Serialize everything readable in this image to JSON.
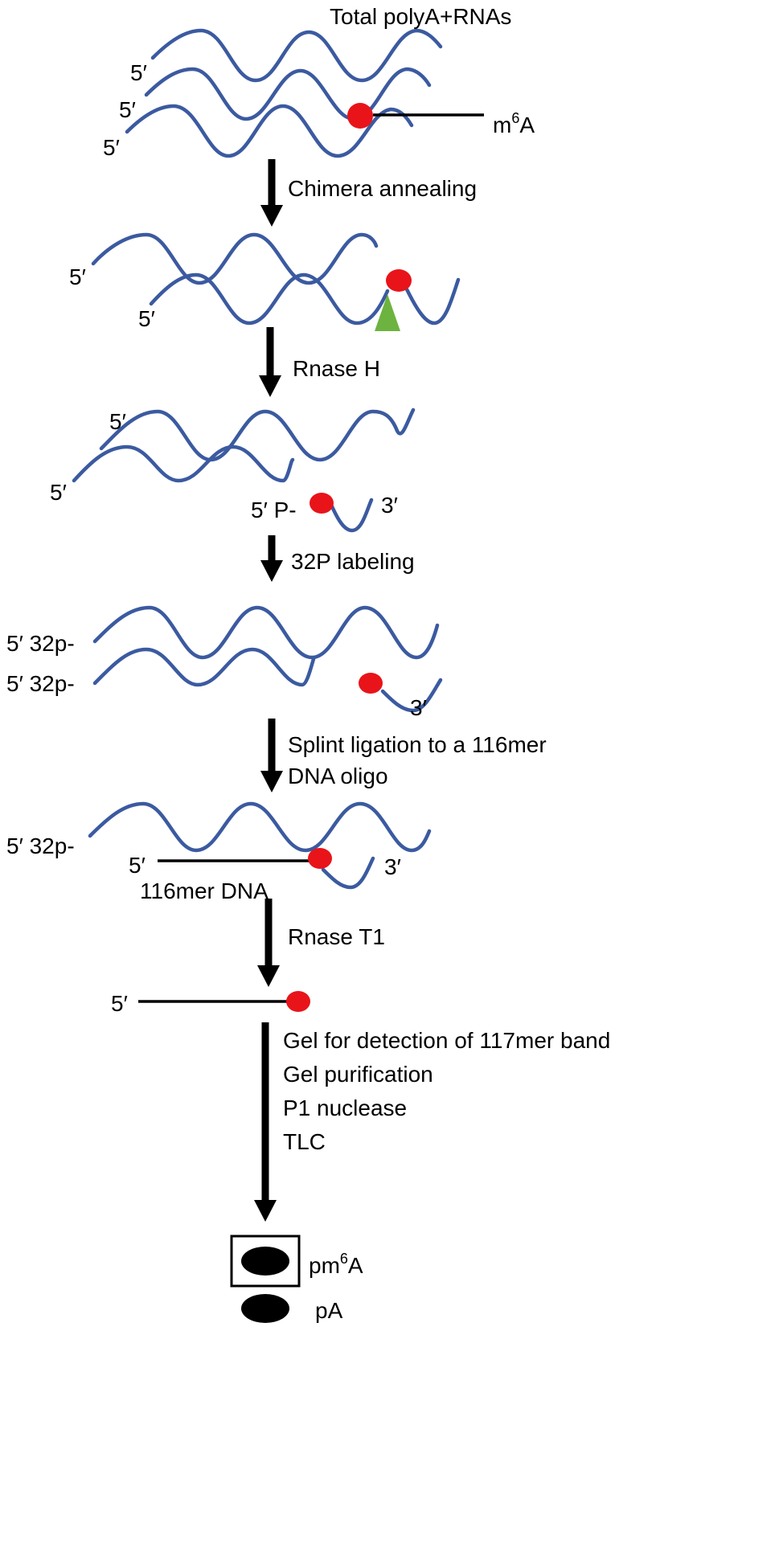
{
  "colors": {
    "rna": "#3b5aa0",
    "m6a": "#e8141a",
    "probe": "#6db33f",
    "ink": "#000000"
  },
  "labels": {
    "title": "Total polyA+RNAs",
    "five_prime": "5′",
    "three_prime": "3′",
    "m6a_base": "m",
    "m6a_sup": "6",
    "m6a_tail": "A",
    "five_p_group": "5′ P-",
    "five_32p": "5′ 32p-",
    "dna_116": "116mer DNA",
    "pm6a_base": "pm",
    "pm6a_sup": "6",
    "pm6a_tail": "A",
    "pa": "pA"
  },
  "steps": [
    "Chimera annealing",
    "Rnase H",
    "32P labeling",
    "Splint ligation to a 116mer",
    "DNA oligo",
    "Rnase T1",
    "Gel for detection of 117mer band",
    "Gel purification",
    "P1 nuclease",
    "TLC"
  ]
}
